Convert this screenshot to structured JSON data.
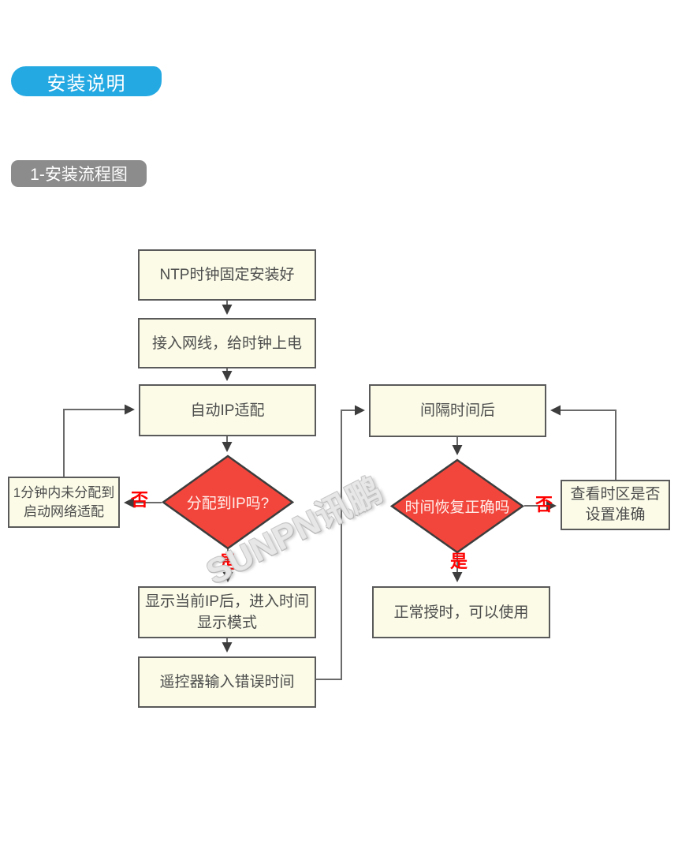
{
  "header": {
    "section_badge": "安装说明",
    "subsection_badge": "1-安装流程图"
  },
  "flowchart": {
    "nodes": [
      {
        "id": "ntp-installed",
        "label": "NTP时钟固定安装好"
      },
      {
        "id": "connect-power",
        "label": "接入网线，给时钟上电"
      },
      {
        "id": "auto-ip",
        "label": "自动IP适配"
      },
      {
        "id": "no-ip-fallback",
        "label": "1分钟内未分配到\n启动网络适配"
      },
      {
        "id": "show-ip",
        "label": "显示当前IP后，进入时间\n显示模式"
      },
      {
        "id": "remote-wrong-time",
        "label": "遥控器输入错误时间"
      },
      {
        "id": "after-interval",
        "label": "间隔时间后"
      },
      {
        "id": "check-timezone",
        "label": "查看时区是否\n设置准确"
      },
      {
        "id": "normal-use",
        "label": "正常授时，可以使用"
      }
    ],
    "decisions": [
      {
        "id": "ip-assigned",
        "label": "分配到IP吗?"
      },
      {
        "id": "time-correct",
        "label": "时间恢复正确吗"
      }
    ],
    "branch_labels": {
      "yes": "是",
      "no": "否"
    },
    "watermark": "SUNPN讯鹏"
  },
  "colors": {
    "accent_blue": "#25a9e2",
    "badge_gray": "#8c8c8c",
    "node_fill": "#fbfbe8",
    "node_border": "#5a5a5a",
    "decision_fill": "#f2463c",
    "branch_label_red": "#ff0000",
    "connector_gray": "#6a6a6a"
  }
}
